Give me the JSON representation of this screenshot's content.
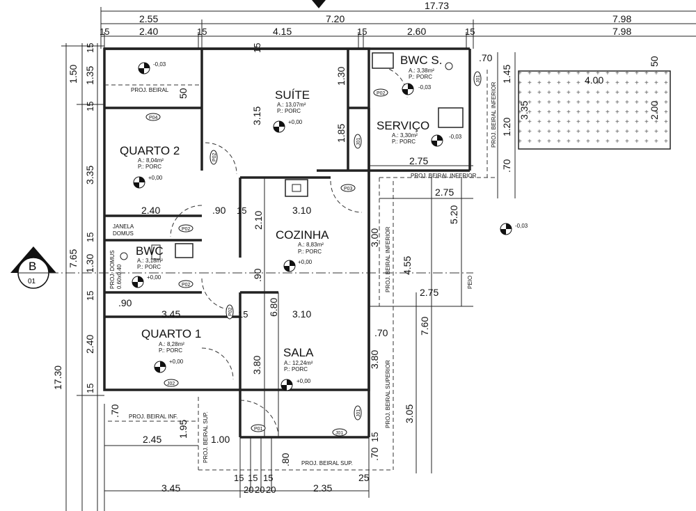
{
  "dimensions": {
    "top_total": "17.73",
    "top_row1": [
      "2.55",
      "7.20",
      "7.98"
    ],
    "top_row2": [
      "15",
      "2.40",
      "15",
      "4.15",
      "15",
      "2.60",
      "15",
      "7.98"
    ],
    "left_total_outer": "17.30",
    "left_mid_a": "1.50",
    "left_mid_b": "7.65",
    "left_inner": [
      "15",
      "1.35",
      "15",
      "3.35",
      "15",
      "1.30",
      "15",
      "2.40",
      "15"
    ],
    "bottom_row": [
      "3.45",
      "2.35"
    ],
    "bottom_small": [
      "15",
      "15",
      "15",
      "20",
      "20",
      "20"
    ],
    "bottom_left_245": "2.45",
    "interior": {
      "d050": "50",
      "d315": "3.15",
      "d130": "1.30",
      "d185": "1.85",
      "d240a": "2.40",
      "d15a": "15",
      "d090a": ".90",
      "d15b": "15",
      "d310a": "3.10",
      "d210": "2.10",
      "d300": "3.00",
      "d275a": "2.75",
      "d275b": "2.75",
      "d275c": "2.75",
      "d520": "5.20",
      "d455": "4.55",
      "d090b": ".90",
      "d090c": ".90",
      "d345": "3.45",
      "d680": "6.80",
      "d15c": "15",
      "d310b": "3.10",
      "d070a": ".70",
      "d760": "7.60",
      "d380a": "3.80",
      "d380b": "3.80",
      "d305": "3.05",
      "d070b": ".70",
      "d195": "1.95",
      "d100": "1.00",
      "d080": ".80",
      "d070c": ".70",
      "d15d": "15",
      "d25": "25",
      "d070d": ".70",
      "d070e": ".70",
      "d145": "1.45",
      "d335": "3.35",
      "d120": "1.20",
      "d070f": ".70",
      "d400": "4.00",
      "d200": "2.00",
      "d050b": "50"
    }
  },
  "rooms": {
    "suite": {
      "name": "SUÍTE",
      "area": "A.: 13,07m²",
      "floor": "P.: PORC",
      "level": "+0,00"
    },
    "quarto2": {
      "name": "QUARTO 2",
      "area": "A.: 8,04m²",
      "floor": "P.: PORC",
      "level": "+0,00"
    },
    "bwc_s": {
      "name": "BWC S.",
      "area": "A.: 3,38m²",
      "floor": "P.: PORC",
      "level": "-0,03"
    },
    "servico": {
      "name": "SERVIÇO",
      "area": "A.: 3,30m²",
      "floor": "P.: PORC",
      "level": "-0,03"
    },
    "cozinha": {
      "name": "COZINHA",
      "area": "A.: 8,83m²",
      "floor": "P.: PORC",
      "level": "+0,00"
    },
    "bwc": {
      "name": "BWC",
      "area": "A.: 3,18m²",
      "floor": "P.: PORC",
      "level": "+0,00"
    },
    "quarto1": {
      "name": "QUARTO 1",
      "area": "A.: 8,28m²",
      "floor": "P.: PORC",
      "level": "+0,00"
    },
    "sala": {
      "name": "SALA",
      "area": "A.: 12,24m²",
      "floor": "P.: PORC",
      "level": "+0,00"
    }
  },
  "levels": {
    "top_left": "-0,03",
    "right_outside": "-0,03"
  },
  "labels": {
    "proj_beiral": "PROJ. BEIRAL",
    "proj_beiral_inferior": "PROJ. BEIRAL INFERIOR",
    "proj_beiral_inferior_v": "PROJ. BEIRAL INFERIOR",
    "proj_beiral_inferior_v2": "PROJ. BEIRAL INFERIOR",
    "proj_beiral_superior_v": "PROJ. BEIRAL SUPERIOR",
    "proj_beiral_inf": "PROJ. BEIRAL INF.",
    "proj_beiral_sup": "PROJ. BEIRAL SUP.",
    "proj_beiral_sup_v": "PROJ. BEIRAL SUP.",
    "janela_domus": [
      "JANELA",
      "DOMUS"
    ],
    "proj_domus_v": "PROJ. DOMUS",
    "proj_domus_dim": "0.60x0.40",
    "peio": "PEIO"
  },
  "tags": {
    "p02a": "P02",
    "p04": "P04",
    "p02b": "P02",
    "p02c": "P02",
    "p03": "P03",
    "p01": "P01",
    "p02v": "P02",
    "p02v2": "P02",
    "p02v3": "P02",
    "j02": "J02",
    "j01": "J01",
    "j01v": "J01",
    "j01v2": "J01",
    "j01v3": "J01"
  },
  "section_marker": {
    "letter": "B",
    "sheet": "01"
  }
}
